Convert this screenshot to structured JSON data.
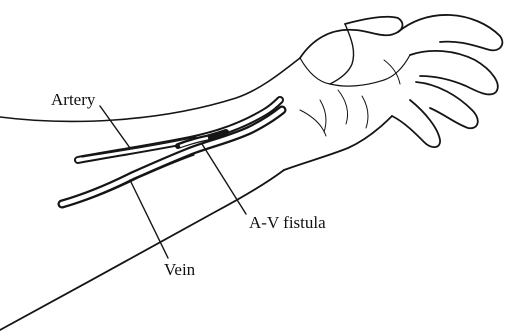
{
  "labels": {
    "artery": "Artery",
    "fistula": "A-V fistula",
    "vein": "Vein"
  },
  "colors": {
    "ink": "#151515",
    "background": "#ffffff",
    "vessel_fill": "#ffffff"
  }
}
